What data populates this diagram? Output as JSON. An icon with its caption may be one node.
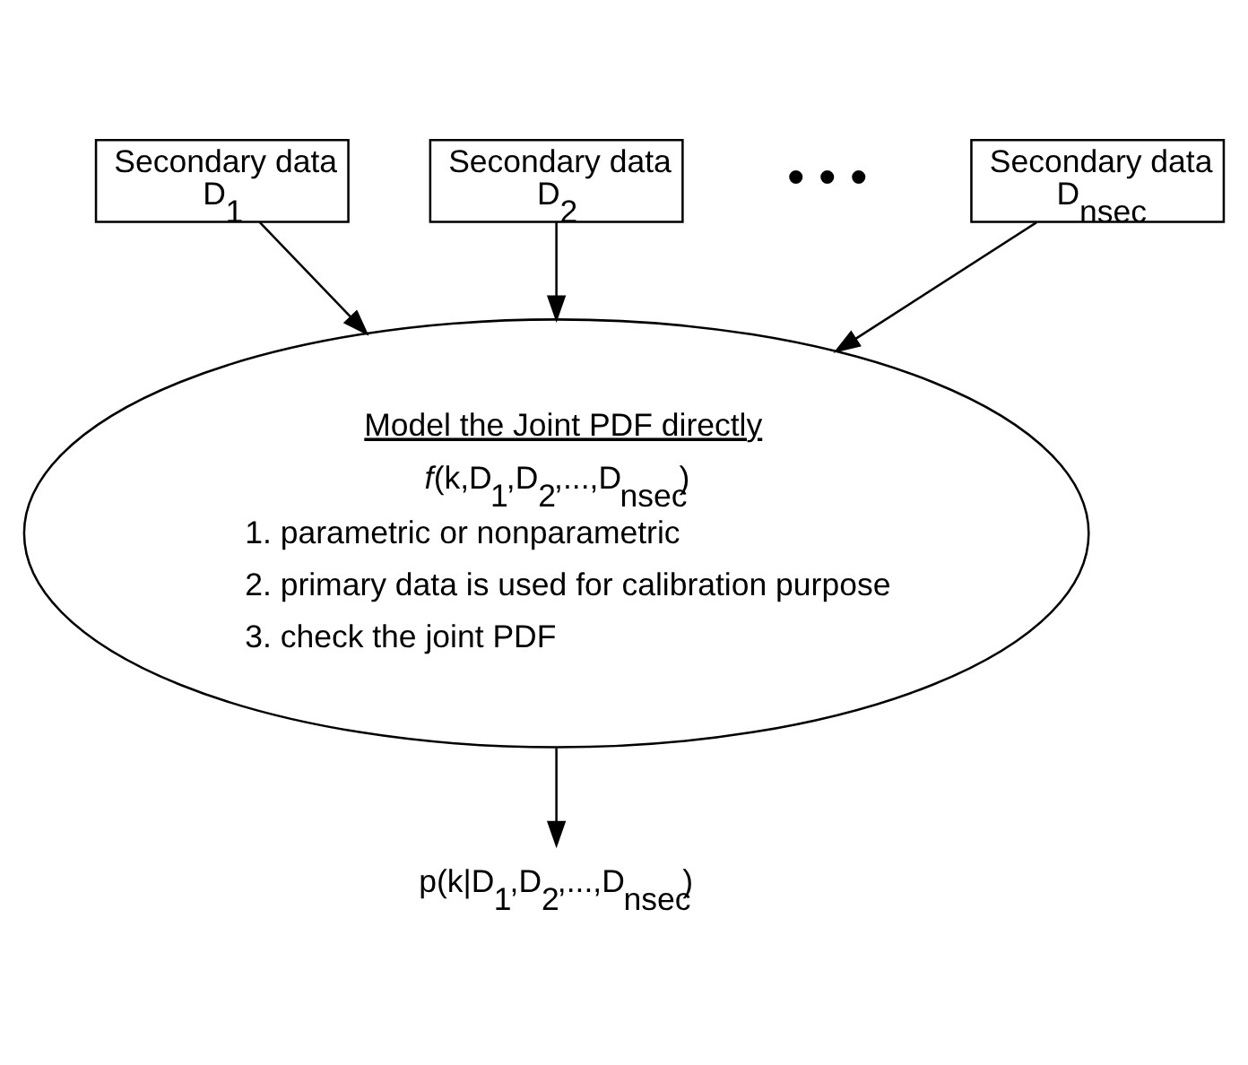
{
  "diagram": {
    "nodes": [
      {
        "text": [
          "Secondary data D$_{1}$"
        ]
      },
      {
        "text": [
          "Secondary data D$_{2}$"
        ]
      },
      {
        "text": [
          "Secondary data D$_{nsec}$"
        ]
      },
      {
        "text": [
          "Model the Joint PDF directly",
          "*f*(k,D$_{1}$,D$_{2}$,...,D$_{nsec}$)",
          "1. parametric or nonparametric",
          "2. primary data is used for calibration purpose",
          "3. check the joint PDF"
        ]
      },
      {
        "text": [
          "p(k|D$_{1}$,D$_{2}$,...,D$_{nsec}$)"
        ]
      }
    ],
    "edges": [
      {
        "from": 0,
        "to": 3,
        "arrow": "to"
      },
      {
        "from": 1,
        "to": 3,
        "arrow": "to"
      },
      {
        "from": 2,
        "to": 3,
        "arrow": "to"
      },
      {
        "from": 3,
        "to": 4,
        "arrow": "to"
      }
    ],
    "labels": [
      "• • •"
    ]
  }
}
